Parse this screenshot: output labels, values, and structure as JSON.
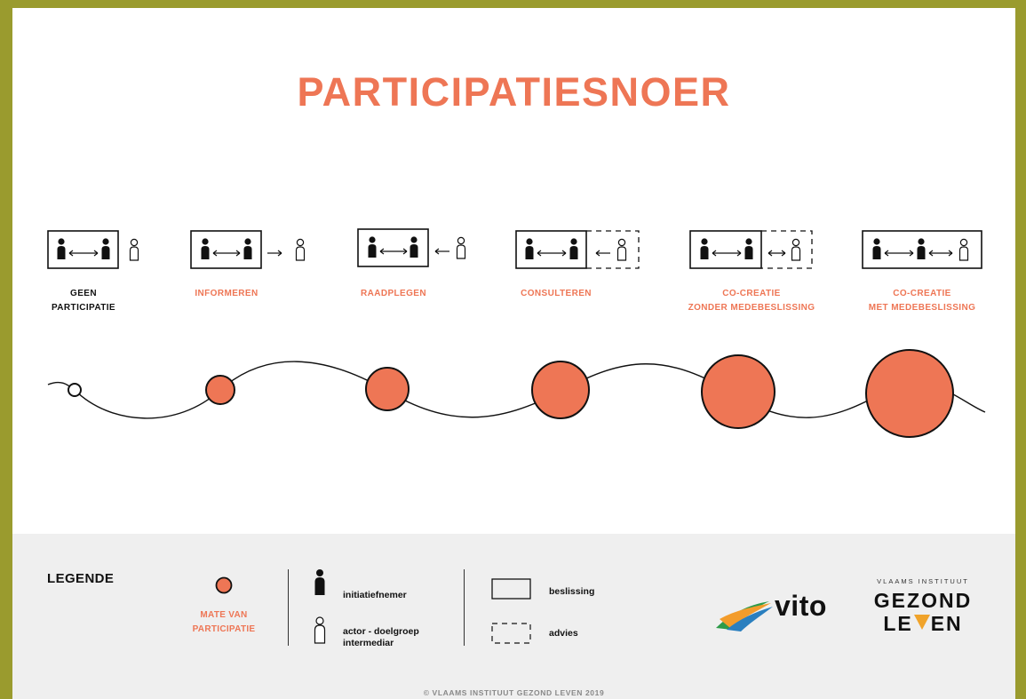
{
  "title": "PARTICIPATIESNOER",
  "stages": [
    {
      "line1": "GEEN",
      "line2": "PARTICIPATIE"
    },
    {
      "line1": "INFORMEREN",
      "line2": ""
    },
    {
      "line1": "RAADPLEGEN",
      "line2": ""
    },
    {
      "line1": "CONSULTEREN",
      "line2": ""
    },
    {
      "line1": "CO-CREATIE",
      "line2": "ZONDER MEDEBESLISSING"
    },
    {
      "line1": "CO-CREATIE",
      "line2": "MET MEDEBESLISSING"
    }
  ],
  "legend": {
    "title": "LEGENDE",
    "mate_line1": "MATE VAN",
    "mate_line2": "PARTICIPATIE",
    "initiatiefnemer": "initiatiefnemer",
    "actor_line1": "actor - doelgroep",
    "actor_line2": "intermediar",
    "beslissing": "beslissing",
    "advies": "advies"
  },
  "logos": {
    "vito": "vito",
    "vigl_small": "VLAAMS INSTITUUT",
    "vigl_line1": "GEZOND",
    "vigl_line2_a": "LE",
    "vigl_line2_b": "EN"
  },
  "copyright": "© VLAAMS INSTITUUT GEZOND LEVEN 2019",
  "colors": {
    "accent": "#ee7655",
    "frame": "#9a9b2e",
    "legend_bg": "#efefef"
  }
}
